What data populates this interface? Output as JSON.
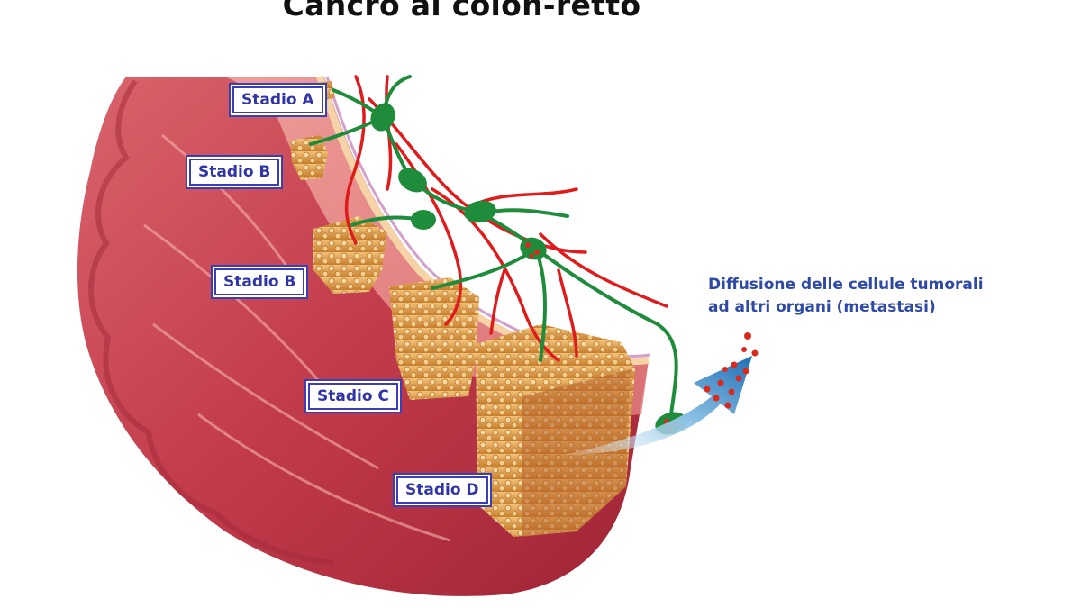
{
  "title": "Cancro al colon-retto",
  "stages": [
    {
      "label": "Stadio A"
    },
    {
      "label": "Stadio B"
    },
    {
      "label": "Stadio B"
    },
    {
      "label": "Stadio C"
    },
    {
      "label": "Stadio D"
    }
  ],
  "annotation": {
    "line1": "Diffusione delle cellule tumorali",
    "line2": "ad altri organi (metastasi)"
  },
  "colors": {
    "colon_outer": "#c23b4b",
    "colon_inner": "#e88f8c",
    "tumor": "#d9953e",
    "lymph": "#1f8c3c",
    "blood": "#e01b1b",
    "label_border": "#3a3fb5",
    "annotation_text": "#2f49a6"
  }
}
